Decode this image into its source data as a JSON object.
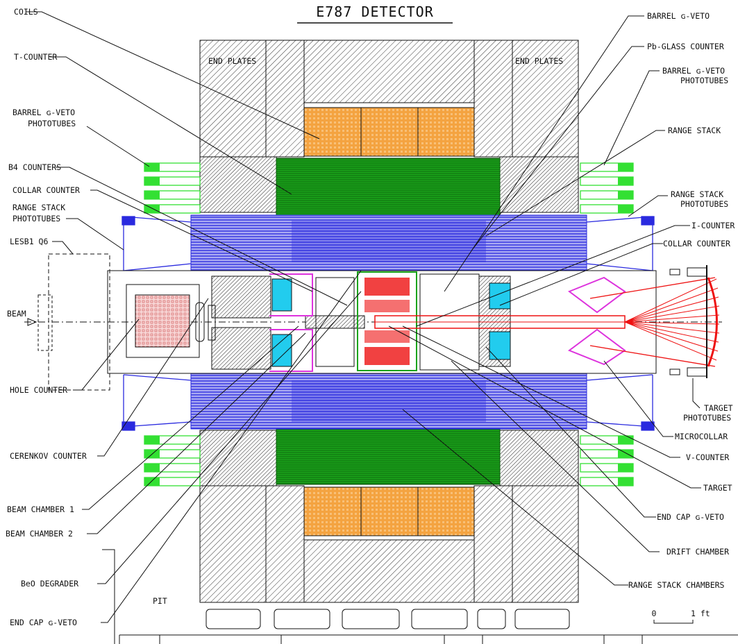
{
  "title": "E787 DETECTOR",
  "colors": {
    "coil": "#f4a340",
    "range_stack": "#2a2adf",
    "barrel_veto": "#1aa31a",
    "phototube_green": "#33e033",
    "target": "#ee1111",
    "magenta": "#dd33dd",
    "cyan": "#22ccee",
    "hatch": "#333333"
  },
  "labels": {
    "coils": "COILS",
    "t_counter": "T-COUNTER",
    "barrel_veto_pt_left_1": "BARREL ɢ-VETO",
    "barrel_veto_pt_left_2": "PHOTOTUBES",
    "b4_counters": "B4 COUNTERS",
    "collar_counter_left": "COLLAR COUNTER",
    "rs_pt_left_1": "RANGE STACK",
    "rs_pt_left_2": "PHOTOTUBES",
    "lesb1_q6": "LESB1 Q6",
    "beam": "BEAM",
    "hole_counter": "HOLE COUNTER",
    "cerenkov_counter": "CERENKOV COUNTER",
    "beam_chamber_1": "BEAM CHAMBER 1",
    "beam_chamber_2": "BEAM CHAMBER 2",
    "beo_degrader": "BeO DEGRADER",
    "end_cap_veto_left": "END CAP ɢ-VETO",
    "pit": "PIT",
    "end_plates_left": "END PLATES",
    "end_plates_right": "END PLATES",
    "barrel_veto_right": "BARREL ɢ-VETO",
    "pb_glass_counter": "Pb-GLASS COUNTER",
    "barrel_veto_pt_right_1": "BARREL ɢ-VETO",
    "barrel_veto_pt_right_2": "PHOTOTUBES",
    "range_stack": "RANGE STACK",
    "rs_pt_right_1": "RANGE STACK",
    "rs_pt_right_2": "PHOTOTUBES",
    "i_counter": "I-COUNTER",
    "collar_counter_right": "COLLAR COUNTER",
    "target_pt_1": "TARGET",
    "target_pt_2": "PHOTOTUBES",
    "microcollar": "MICROCOLLAR",
    "v_counter": "V-COUNTER",
    "target": "TARGET",
    "end_cap_veto_right": "END CAP ɢ-VETO",
    "drift_chamber": "DRIFT CHAMBER",
    "range_stack_chambers": "RANGE STACK CHAMBERS",
    "scale_0": "0",
    "scale_1": "1 ft"
  }
}
